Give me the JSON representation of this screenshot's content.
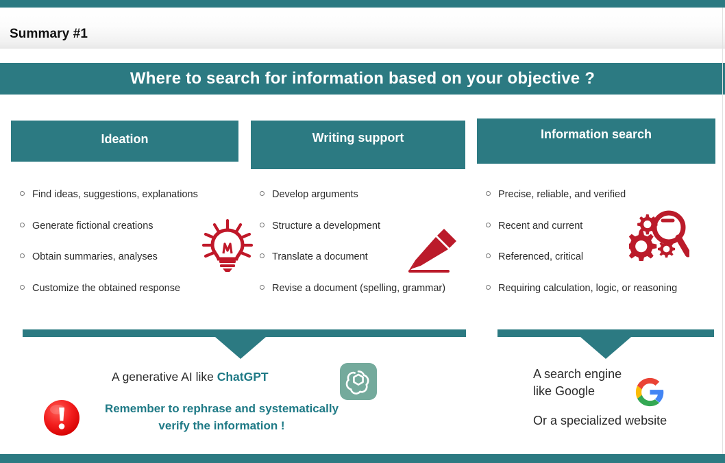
{
  "window": {
    "title": "Summary #1",
    "accent_teal": "#2c7a82",
    "accent_red": "#bb1b2a",
    "brand_teal_text": "#1f7a86"
  },
  "banner": {
    "text": "Where to search for information based on your objective ?"
  },
  "columns": [
    {
      "header": "Ideation",
      "icon": "lightbulb-icon",
      "bullets": [
        "Find ideas, suggestions, explanations",
        "Generate fictional creations",
        "Obtain summaries, analyses",
        "Customize the obtained response"
      ]
    },
    {
      "header": "Writing support",
      "icon": "pencil-icon",
      "bullets": [
        "Develop arguments",
        "Structure a development",
        "Translate a document",
        "Revise a document (spelling, grammar)"
      ]
    },
    {
      "header": "Information search",
      "icon": "magnifier-gears-icon",
      "bullets": [
        "Precise, reliable, and verified",
        "Recent and current",
        "Referenced, critical",
        "Requiring calculation, logic, or reasoning"
      ]
    }
  ],
  "conclusions": {
    "left": {
      "lead_prefix": "A generative AI like ",
      "lead_brand": "ChatGPT",
      "logo": "chatgpt-logo",
      "warning_icon": "exclamation-icon",
      "warning_line1": "Remember to rephrase and systematically",
      "warning_line2": "verify the information !"
    },
    "right": {
      "line1a": "A search engine",
      "line1b": "like Google",
      "logo": "google-logo",
      "line2": "Or a specialized website"
    }
  }
}
